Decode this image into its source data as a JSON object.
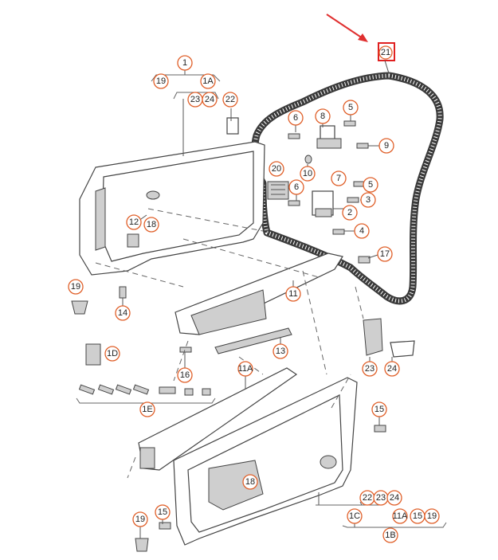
{
  "colors": {
    "callout_stroke": "#e0602a",
    "arrow": "#e03030",
    "highlight_box": "#e02020",
    "line": "#555555"
  },
  "callouts": {
    "c1": "1",
    "c19a": "19",
    "c1A": "1A",
    "c23a": "23",
    "c24a": "24",
    "c22a": "22",
    "c21": "21",
    "c8": "8",
    "c5a": "5",
    "c6a": "6",
    "c9": "9",
    "c10": "10",
    "c7": "7",
    "c20": "20",
    "c6b": "6",
    "c5b": "5",
    "c3": "3",
    "c2": "2",
    "c4": "4",
    "c12": "12",
    "c18a": "18",
    "c17": "17",
    "c19b": "19",
    "c14": "14",
    "c11": "11",
    "c1D": "1D",
    "c13": "13",
    "c16": "16",
    "c23b": "23",
    "c24b": "24",
    "c11A": "11A",
    "c1E": "1E",
    "c15a": "15",
    "c18b": "18",
    "c22b": "22",
    "c23c": "23",
    "c24c": "24",
    "c1C": "1C",
    "c11Ab": "11A",
    "c15b": "15",
    "c19c": "19",
    "c1B": "1B",
    "c19d": "19",
    "c15c": "15"
  },
  "icons": {
    "highlight": "red-rectangle-highlight",
    "pointer": "red-arrow-pointer"
  }
}
